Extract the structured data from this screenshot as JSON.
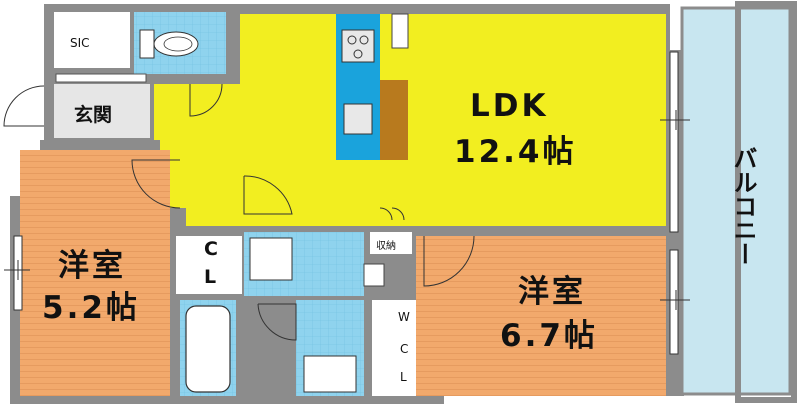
{
  "rooms": {
    "ldk": {
      "name": "LDK",
      "size": "12.4帖"
    },
    "western_left": {
      "name": "洋室",
      "size": "5.2帖"
    },
    "western_right": {
      "name": "洋室",
      "size": "6.7帖"
    },
    "entrance": "玄関",
    "sic": "SIC",
    "closet": {
      "top": "C",
      "bottom": "L"
    },
    "wcl": {
      "top": "W",
      "mid": "C",
      "bottom": "L"
    },
    "storage": "収納",
    "balcony": "バルコニー"
  },
  "colors": {
    "wall": "#8c8c8c",
    "ldk_floor": "#f2ee20",
    "room_floor": "#f2a96c",
    "wet_area": "#8fd3ee",
    "balcony": "#c8e6f0",
    "kitchen": "#1aa3dc",
    "counter": "#b87a1e"
  }
}
